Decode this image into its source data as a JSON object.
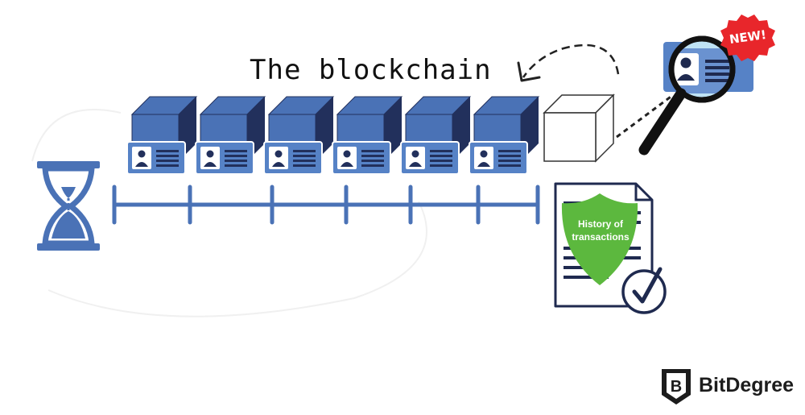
{
  "diagram": {
    "title": "The blockchain",
    "new_badge": "NEW!",
    "shield_label_line1": "History of",
    "shield_label_line2": "transactions",
    "brand_name": "BitDegree",
    "brand_logo_letter": "B",
    "chain_block_count": 6,
    "new_block_count": 1,
    "colors": {
      "block_blue": "#4a72b6",
      "block_dark": "#22305c",
      "card_blue": "#5682c6",
      "timeline_blue": "#4a72b6",
      "badge_red": "#e8262b",
      "shield_green": "#5cb83e",
      "lens_blue": "#bfe3f5"
    },
    "icons": [
      "hourglass-icon",
      "magnifier-icon",
      "document-icon",
      "checkmark-icon",
      "id-card-icon",
      "shield-icon"
    ]
  }
}
